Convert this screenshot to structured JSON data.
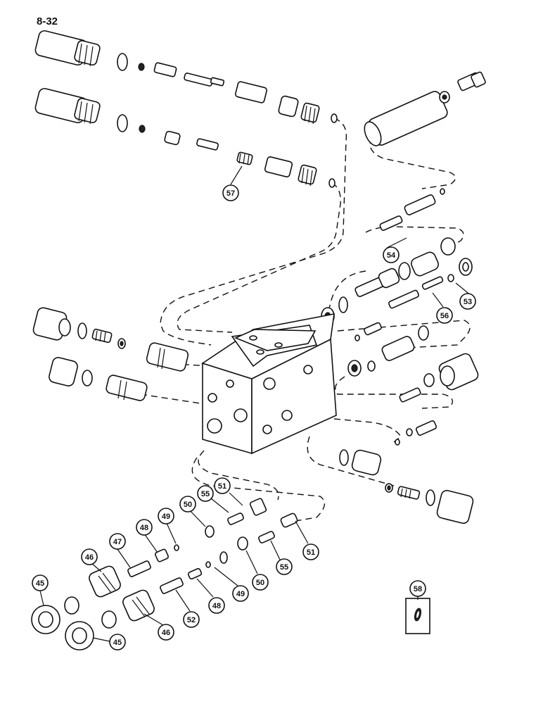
{
  "page": {
    "number": "8-32"
  },
  "callouts": {
    "c45a": "45",
    "c45b": "45",
    "c46a": "46",
    "c46b": "46",
    "c47": "47",
    "c48a": "48",
    "c48b": "48",
    "c49a": "49",
    "c49b": "49",
    "c50a": "50",
    "c50b": "50",
    "c51a": "51",
    "c51b": "51",
    "c52": "52",
    "c53": "53",
    "c54": "54",
    "c55a": "55",
    "c55b": "55",
    "c56": "56",
    "c57": "57",
    "c58": "58"
  },
  "colors": {
    "ink": "#111111",
    "paper": "#ffffff"
  }
}
